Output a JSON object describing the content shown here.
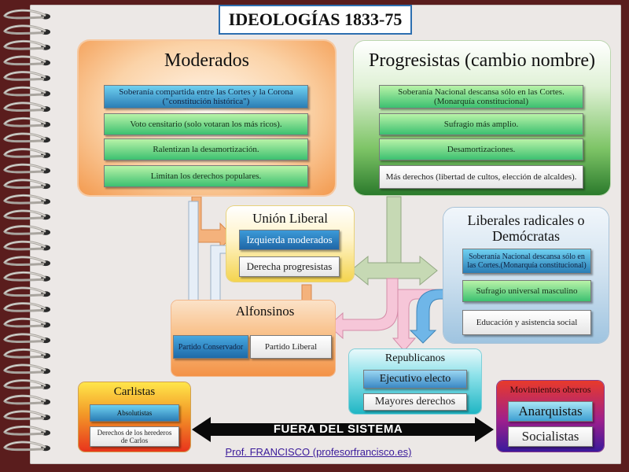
{
  "title": "IDEOLOGÍAS 1833-75",
  "moderados": {
    "heading": "Moderados",
    "items": [
      "Soberanía compartida entre las Cortes y la Corona (\"constitución histórica\")",
      "Voto censitario (solo votaran los más ricos).",
      "Ralentizan la desamortización.",
      "Limitan los derechos populares."
    ]
  },
  "progresistas": {
    "heading": "Progresistas (cambio nombre)",
    "items": [
      "Soberanía Nacional descansa sólo en las Cortes.(Monarquía constitucional)",
      "Sufragio más amplio.",
      "Desamortizaciones.",
      "Más derechos (libertad de cultos, elección de alcaldes)."
    ]
  },
  "union_liberal": {
    "heading": "Unión Liberal",
    "items": [
      "Izquierda moderados",
      "Derecha progresistas"
    ]
  },
  "democratas": {
    "heading": "Liberales radicales o Demócratas",
    "items": [
      "Soberanía Nacional descansa sólo en las Cortes.(Monarquía constitucional)",
      "Sufragio universal masculino",
      "Educación y asistencia social"
    ]
  },
  "alfonsinos": {
    "heading": "Alfonsinos",
    "items": [
      "Partido Conservador",
      "Partido Liberal"
    ]
  },
  "republicanos": {
    "heading": "Republicanos",
    "items": [
      "Ejecutivo electo",
      "Mayores derechos"
    ]
  },
  "carlistas": {
    "heading": "Carlistas",
    "items": [
      "Absolutistas",
      "Derechos de los herederos de Carlos"
    ]
  },
  "movimientos": {
    "heading": "Movimientos obreros",
    "items": [
      "Anarquistas",
      "Socialistas"
    ]
  },
  "fuera": "FUERA DEL SISTEMA",
  "footer": "Prof. FRANCISCO (profesorfrancisco.es)",
  "colors": {
    "background": "#5a1d1d",
    "paper": "#ece8e6",
    "moderados": "#f7a254",
    "progresistas": "#2f7a2f",
    "union_liberal": "#f6d95a",
    "democratas": "#9fc4e0",
    "alfonsinos": "#f7a254",
    "republicanos": "#2ec0d0",
    "carlistas": "#e8341c",
    "movimientos": "#3a1a9c"
  }
}
